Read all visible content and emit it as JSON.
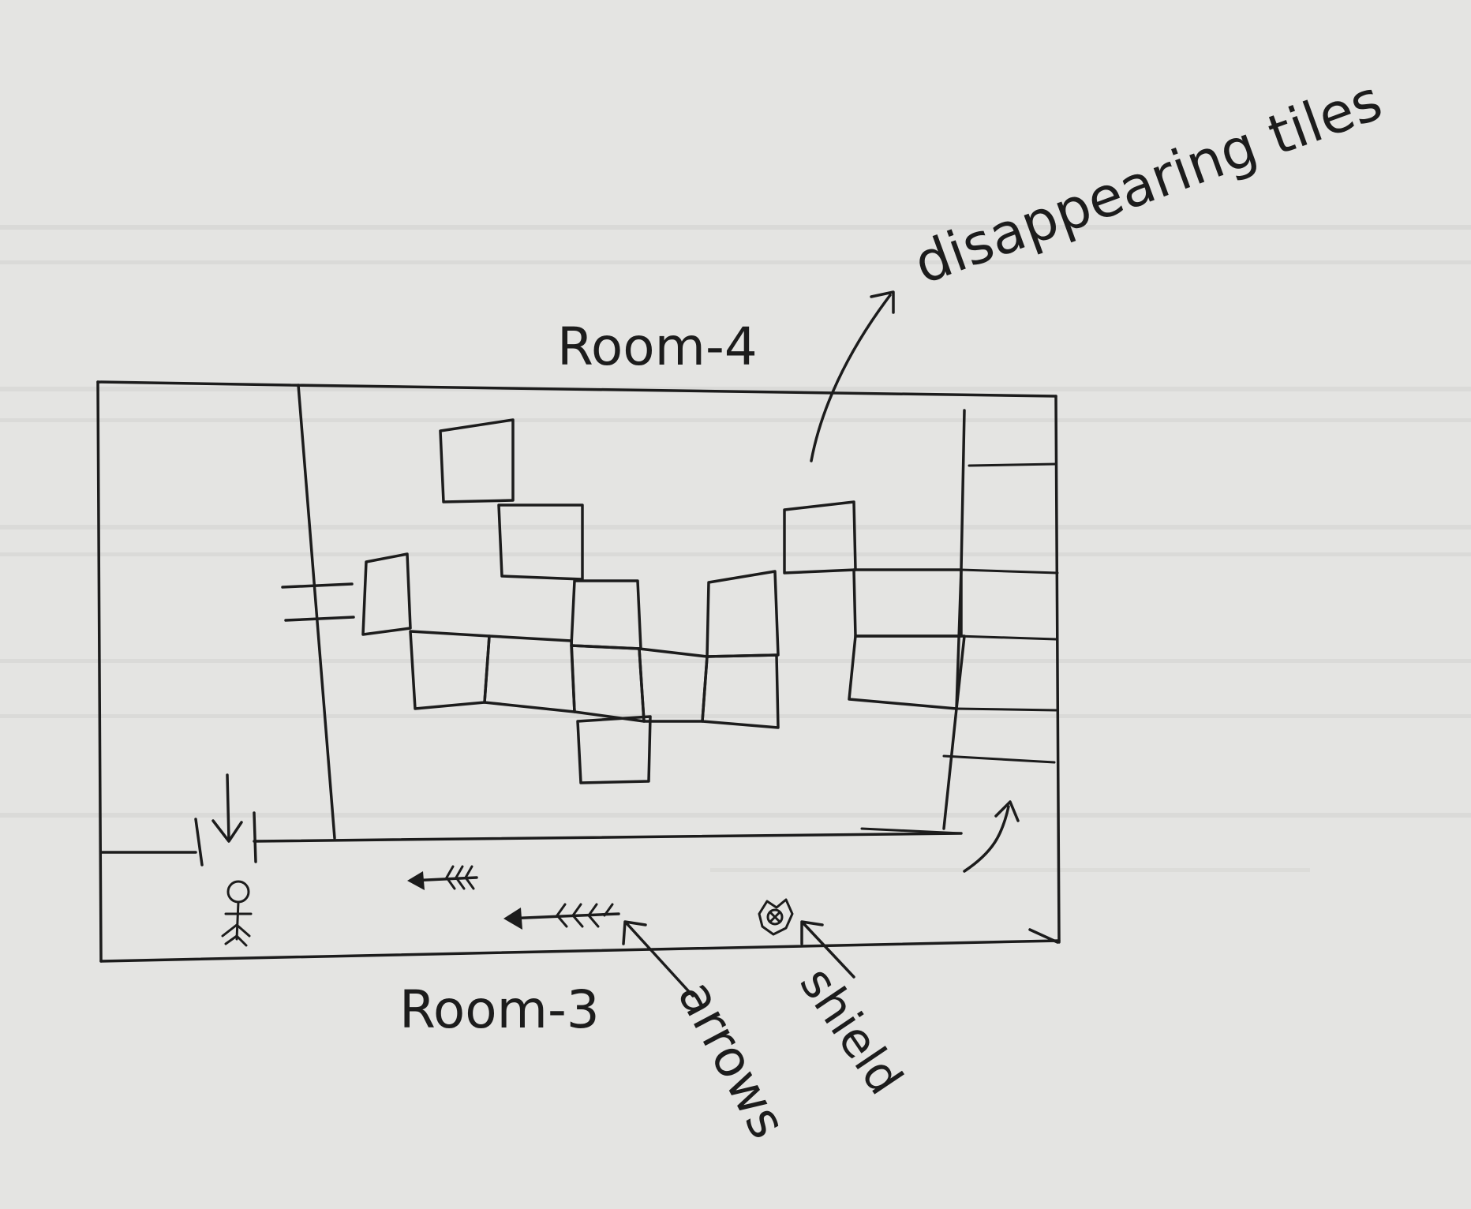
{
  "labels": {
    "room_4": "Room-4",
    "room_3": "Room-3",
    "disappearing_tiles": "disappearing tiles",
    "arrows": "arrows",
    "shield": "shield"
  },
  "colors": {
    "paper": "#e4e4e2",
    "ink": "#1c1c1c",
    "bleed_through": "#cfcfcd"
  },
  "icons": {
    "player": "stick-figure-icon",
    "shield": "shield-icon",
    "arrow_trap": "arrow-icon",
    "door": "door-icon",
    "exit": "curved-arrow-up-icon",
    "drop": "down-arrow-icon"
  }
}
